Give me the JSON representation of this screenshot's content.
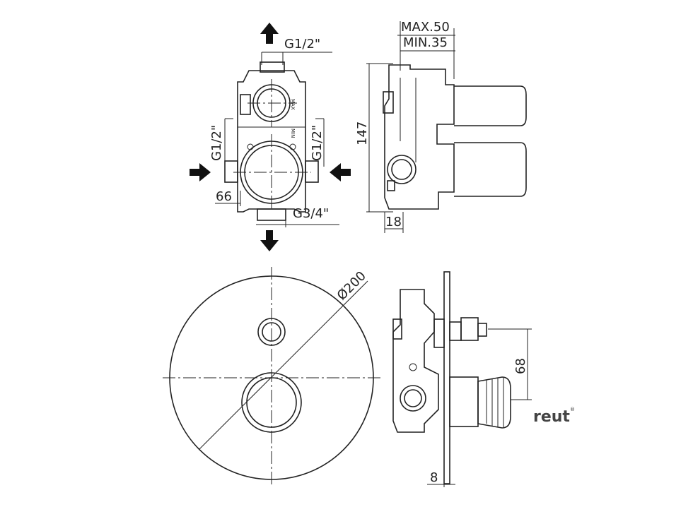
{
  "labels": {
    "top_thread": "G1/2\"",
    "left_thread": "G1/2\"",
    "right_thread": "G1/2\"",
    "bottom_thread": "G3/4\"",
    "width_66": "66",
    "max_depth": "MAX.50",
    "min_depth": "MIN.35",
    "height_147": "147",
    "depth_18": "18",
    "diameter_200": "Ø200",
    "offset_68": "68",
    "plate_8": "8",
    "body_max": "MAX",
    "body_min": "MIN"
  },
  "brand": {
    "name": "reut"
  },
  "colors": {
    "line": "#222222",
    "brand": "#444444"
  }
}
